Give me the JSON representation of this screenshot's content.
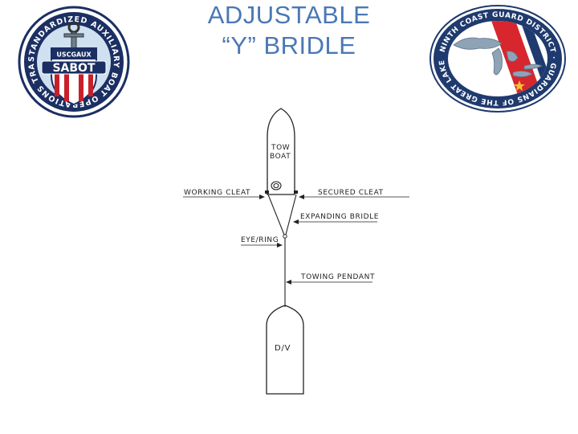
{
  "title": {
    "line1": "ADJUSTABLE",
    "line2": "“Y” BRIDLE"
  },
  "logo_left": {
    "ring_text": "STANDARDIZED AUXILIARY BOAT OPERATIONS TRAINING",
    "top_label": "USCGAUX",
    "main_label": "SABOT"
  },
  "logo_right": {
    "ring_text": "NINTH COAST GUARD DISTRICT · GUARDIANS OF THE GREAT LAKES"
  },
  "diagram": {
    "tow_boat_line1": "TOW",
    "tow_boat_line2": "BOAT",
    "working_cleat": "WORKING CLEAT",
    "secured_cleat": "SECURED CLEAT",
    "expanding_bridle": "EXPANDING BRIDLE",
    "eye_ring": "EYE/RING",
    "towing_pendant": "TOWING PENDANT",
    "disabled_vessel": "D/V"
  },
  "colors": {
    "title": "#4a78b5",
    "navy": "#1f3a6e",
    "cg_red": "#d8262e"
  }
}
